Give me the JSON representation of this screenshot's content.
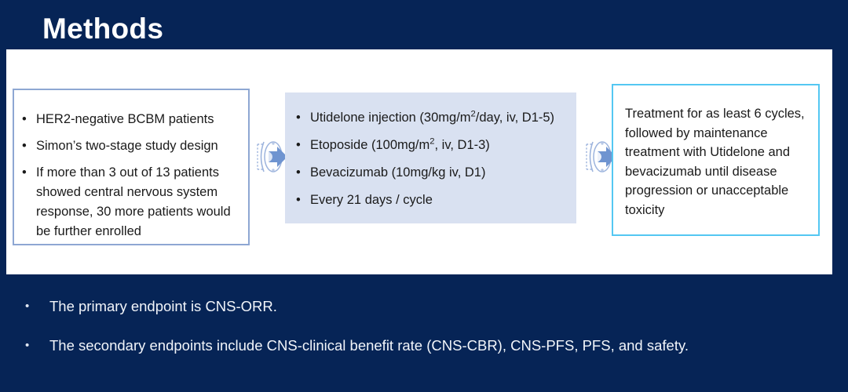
{
  "slide": {
    "title": "Methods",
    "background_color": "#062456",
    "panel_color": "#ffffff"
  },
  "flow": {
    "box_one": {
      "border_color": "#8ea7d3",
      "background_color": "#ffffff",
      "bullet_glyph": "•",
      "items": [
        "HER2-negative BCBM patients",
        "Simon’s two-stage study design",
        "If more than 3 out of 13 patients showed central nervous system response, 30 more patients would be further enrolled"
      ]
    },
    "box_two": {
      "background_color": "#d9e1f1",
      "bullet_glyph": "•",
      "items": [
        {
          "pre": "Utidelone injection (30mg/m",
          "sup": "2",
          "post": "/day, iv, D1-5)"
        },
        {
          "pre": "Etoposide (100mg/m",
          "sup": "2",
          "post": ", iv, D1-3)"
        },
        {
          "pre": "Bevacizumab (10mg/kg iv, D1)",
          "sup": "",
          "post": ""
        },
        {
          "pre": "Every 21 days / cycle",
          "sup": "",
          "post": ""
        }
      ]
    },
    "box_three": {
      "border_color": "#54c7f2",
      "background_color": "#ffffff",
      "text": "Treatment for as least 6 cycles, followed by maintenance treatment with Utidelone and bevacizumab until disease progression or unacceptable toxicity"
    },
    "connectors": [
      {
        "name": "arrow-right-icon",
        "color": "#5b7fc4"
      },
      {
        "name": "arrow-right-icon",
        "color": "#5b7fc4"
      }
    ]
  },
  "endpoints": {
    "bullet_glyph": "•",
    "items": [
      "The primary endpoint is CNS-ORR.",
      "The secondary endpoints include CNS-clinical benefit rate (CNS-CBR), CNS-PFS, PFS, and safety."
    ]
  }
}
